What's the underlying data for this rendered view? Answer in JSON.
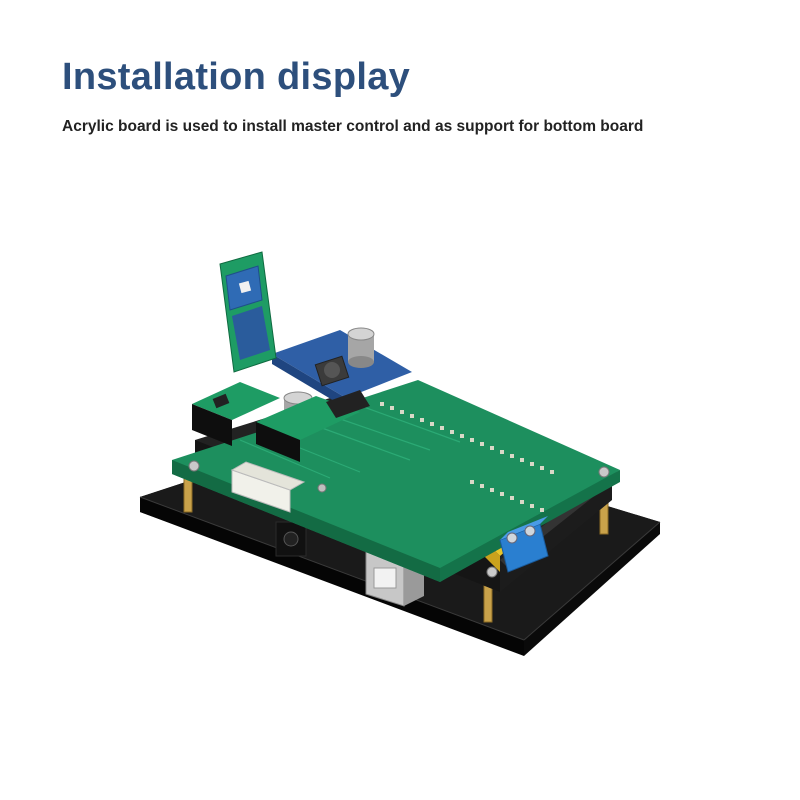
{
  "header": {
    "title": "Installation display",
    "subtitle": "Acrylic board is used to install master control and as support for bottom board"
  },
  "photo": {
    "subject": "stacked-pcb-on-acrylic-base-illustration",
    "colors": {
      "pcb_green": "#1f9e6a",
      "acrylic_black": "#141414",
      "module_blue": "#2f6bb5",
      "shield_yellow": "#e8c52a",
      "terminal_blue": "#2a7fd0"
    }
  }
}
